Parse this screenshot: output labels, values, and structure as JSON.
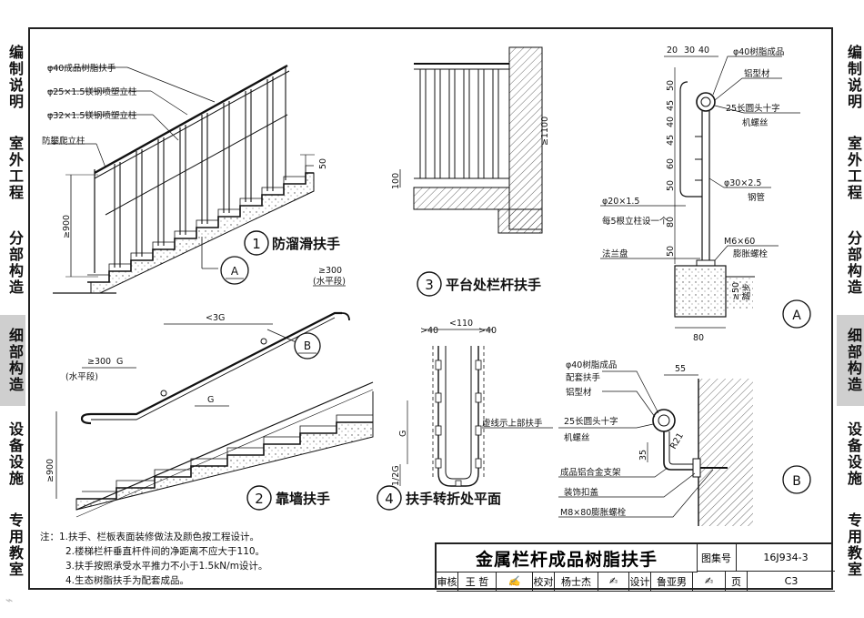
{
  "side_nav_left": [
    {
      "label": "编制说明",
      "active": false
    },
    {
      "label": "室外工程",
      "active": false
    },
    {
      "label": "分部构造",
      "active": false
    },
    {
      "label": "细部构造",
      "active": true
    },
    {
      "label": "设备设施",
      "active": false
    },
    {
      "label": "专用教室",
      "active": false
    }
  ],
  "side_nav_right": [
    {
      "label": "编制说明",
      "active": false
    },
    {
      "label": "室外工程",
      "active": false
    },
    {
      "label": "分部构造",
      "active": false
    },
    {
      "label": "细部构造",
      "active": true
    },
    {
      "label": "设备设施",
      "active": false
    },
    {
      "label": "专用教室",
      "active": false
    }
  ],
  "detail1": {
    "title": "防溜滑扶手",
    "num": "1",
    "labels": [
      "φ40成品树脂扶手",
      "φ25×1.5镁钢喷塑立柱",
      "φ32×1.5镁钢喷塑立柱",
      "防攀爬立柱"
    ],
    "dim_height": "≥900",
    "dim_50": "50",
    "callout": "A"
  },
  "detail2": {
    "title": "靠墙扶手",
    "num": "2",
    "dim_300": "≥300",
    "dim_horiz": "(水平段)",
    "dim_g": "G",
    "dim_3g": "<3G",
    "dim_height": "≥900",
    "dim_300b": "≥300",
    "dim_horizb": "(水平段)",
    "callout": "B"
  },
  "detail3": {
    "title": "平台处栏杆扶手",
    "num": "3",
    "dim_1100": "≥1100",
    "dim_100": "100"
  },
  "detail4": {
    "title": "扶手转折处平面",
    "num": "4",
    "dim_110": "<110",
    "dim_40a": ">40",
    "dim_40b": ">40",
    "dim_g": "G",
    "dim_12g": "1/2G",
    "note": "虚线示上部扶手"
  },
  "detailA": {
    "labels": [
      "φ40树脂成品",
      "铝型材",
      "25长圆头十字",
      "机螺丝",
      "φ30×2.5",
      "钢管",
      "φ20×1.5",
      "每5根立柱设一个",
      "M6×60",
      "膨胀螺栓",
      "法兰盘",
      "踏步"
    ],
    "dims_top": [
      "20",
      "30",
      "40"
    ],
    "dims_vert": [
      "50",
      "45",
      "40",
      "45",
      "60",
      "50",
      "80",
      "50"
    ],
    "dim_bottom": "80",
    "dim_50": "≥50",
    "callout": "A"
  },
  "detailB": {
    "labels": [
      "φ40树脂成品",
      "配套扶手",
      "铝型材",
      "25长圆头十字",
      "机螺丝",
      "成品铝合金支架",
      "装饰扣盖",
      "M8×80膨胀螺栓"
    ],
    "dim_55": "55",
    "dim_35": "35",
    "dim_r21": "R21",
    "callout": "B"
  },
  "notes": [
    "注：1.扶手、栏板表面装修做法及颜色按工程设计。",
    "2.楼梯栏杆垂直杆件间的净距离不应大于110。",
    "3.扶手按照承受水平推力不小于1.5kN/m设计。",
    "4.生态树脂扶手为配套成品。"
  ],
  "title_block": {
    "title": "金属栏杆成品树脂扶手",
    "atlas_label": "图集号",
    "atlas_no": "16J934-3",
    "review_label": "审核",
    "reviewer": "王 哲",
    "check_label": "校对",
    "checker": "杨士杰",
    "design_label": "设计",
    "designer": "鲁亚男",
    "page_label": "页",
    "page_no": "C3"
  }
}
